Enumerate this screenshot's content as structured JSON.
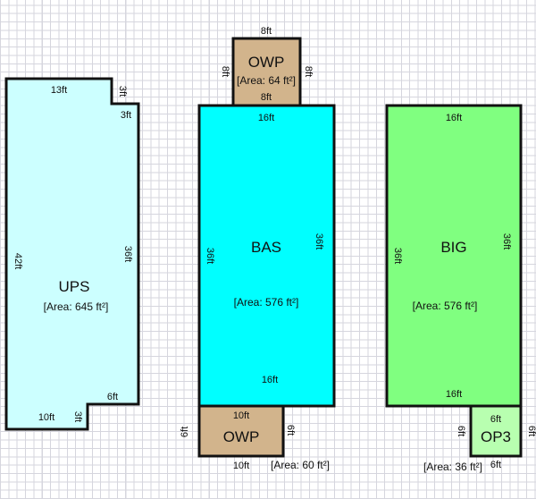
{
  "colors": {
    "ups": "#ccffff",
    "bas": "#00ffff",
    "big": "#80ff80",
    "owp": "#d2b48c",
    "op3": "#b8ffb0",
    "outline": "#111111"
  },
  "areas": [
    {
      "name": "UPS",
      "area": "[Area: 645 ft²]",
      "dims": {
        "top": "13ft",
        "notch_v": "3ft",
        "notch_h": "3ft",
        "right": "36ft",
        "left": "42ft",
        "step_h": "6ft",
        "step_v": "3ft",
        "bottom": "10ft"
      }
    },
    {
      "name": "OWP",
      "area": "[Area: 64 ft²]",
      "dims": {
        "top": "8ft",
        "left": "8ft",
        "right": "8ft",
        "bottom": "8ft"
      }
    },
    {
      "name": "BAS",
      "area": "[Area: 576 ft²]",
      "dims": {
        "top": "16ft",
        "left": "36ft",
        "right": "36ft",
        "bottom": "16ft"
      }
    },
    {
      "name": "OWP",
      "area": "[Area: 60 ft²]",
      "dims": {
        "top": "10ft",
        "left": "6ft",
        "right": "6ft",
        "bottom": "10ft"
      }
    },
    {
      "name": "BIG",
      "area": "[Area: 576 ft²]",
      "dims": {
        "top": "16ft",
        "left": "36ft",
        "right": "36ft",
        "bottom": "16ft"
      }
    },
    {
      "name": "OP3",
      "area": "[Area: 36 ft²]",
      "dims": {
        "top": "6ft",
        "left": "6ft",
        "right": "6ft",
        "bottom": "6ft"
      }
    }
  ]
}
